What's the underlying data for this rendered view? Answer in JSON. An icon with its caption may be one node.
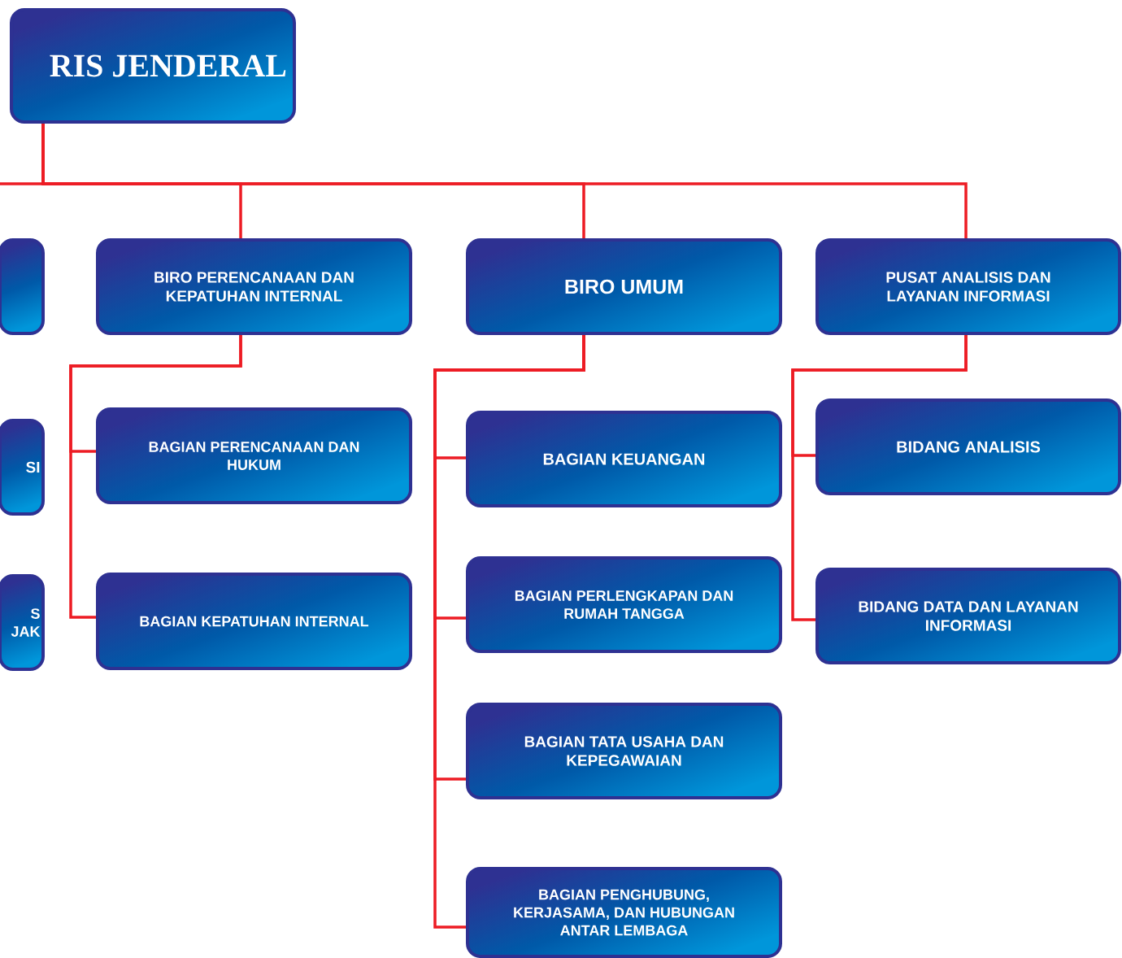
{
  "diagram": {
    "nodes": [
      {
        "text": [
          "RIS JENDERAL"
        ]
      },
      {
        "text": [],
        "shape": "box"
      },
      {
        "text": [
          "BIRO PERENCANAAN DAN KEPATUHAN INTERNAL"
        ]
      },
      {
        "text": [
          "BIRO UMUM"
        ]
      },
      {
        "text": [
          "PUSAT ANALISIS DAN LAYANAN INFORMASI"
        ]
      },
      {
        "text": [
          "SI"
        ]
      },
      {
        "text": [
          "BAGIAN PERENCANAAN DAN HUKUM"
        ]
      },
      {
        "text": [
          "S JAK"
        ]
      },
      {
        "text": [
          "BAGIAN KEPATUHAN INTERNAL"
        ]
      },
      {
        "text": [
          "BAGIAN KEUANGAN"
        ]
      },
      {
        "text": [
          "BAGIAN PERLENGKAPAN DAN RUMAH TANGGA"
        ]
      },
      {
        "text": [
          "BAGIAN TATA USAHA DAN KEPEGAWAIAN"
        ]
      },
      {
        "text": [
          "BAGIAN PENGHUBUNG, KERJASAMA, DAN HUBUNGAN ANTAR LEMBAGA"
        ]
      },
      {
        "text": [
          "BIDANG ANALISIS"
        ]
      },
      {
        "text": [
          "BIDANG DATA DAN LAYANAN INFORMASI"
        ]
      }
    ],
    "edges": [
      {
        "from": 0,
        "to": null,
        "arrow": "none"
      },
      {
        "from": 0,
        "to": 2,
        "arrow": "none"
      },
      {
        "from": 0,
        "to": 3,
        "arrow": "none"
      },
      {
        "from": 0,
        "to": 4,
        "arrow": "none"
      },
      {
        "from": 2,
        "to": 6,
        "arrow": "none"
      },
      {
        "from": 2,
        "to": 8,
        "arrow": "none"
      },
      {
        "from": 3,
        "to": 9,
        "arrow": "none"
      },
      {
        "from": 3,
        "to": 10,
        "arrow": "none"
      },
      {
        "from": 3,
        "to": 11,
        "arrow": "none"
      },
      {
        "from": 3,
        "to": 12,
        "arrow": "none"
      },
      {
        "from": 4,
        "to": 13,
        "arrow": "none"
      },
      {
        "from": 4,
        "to": 14,
        "arrow": "none"
      }
    ]
  }
}
